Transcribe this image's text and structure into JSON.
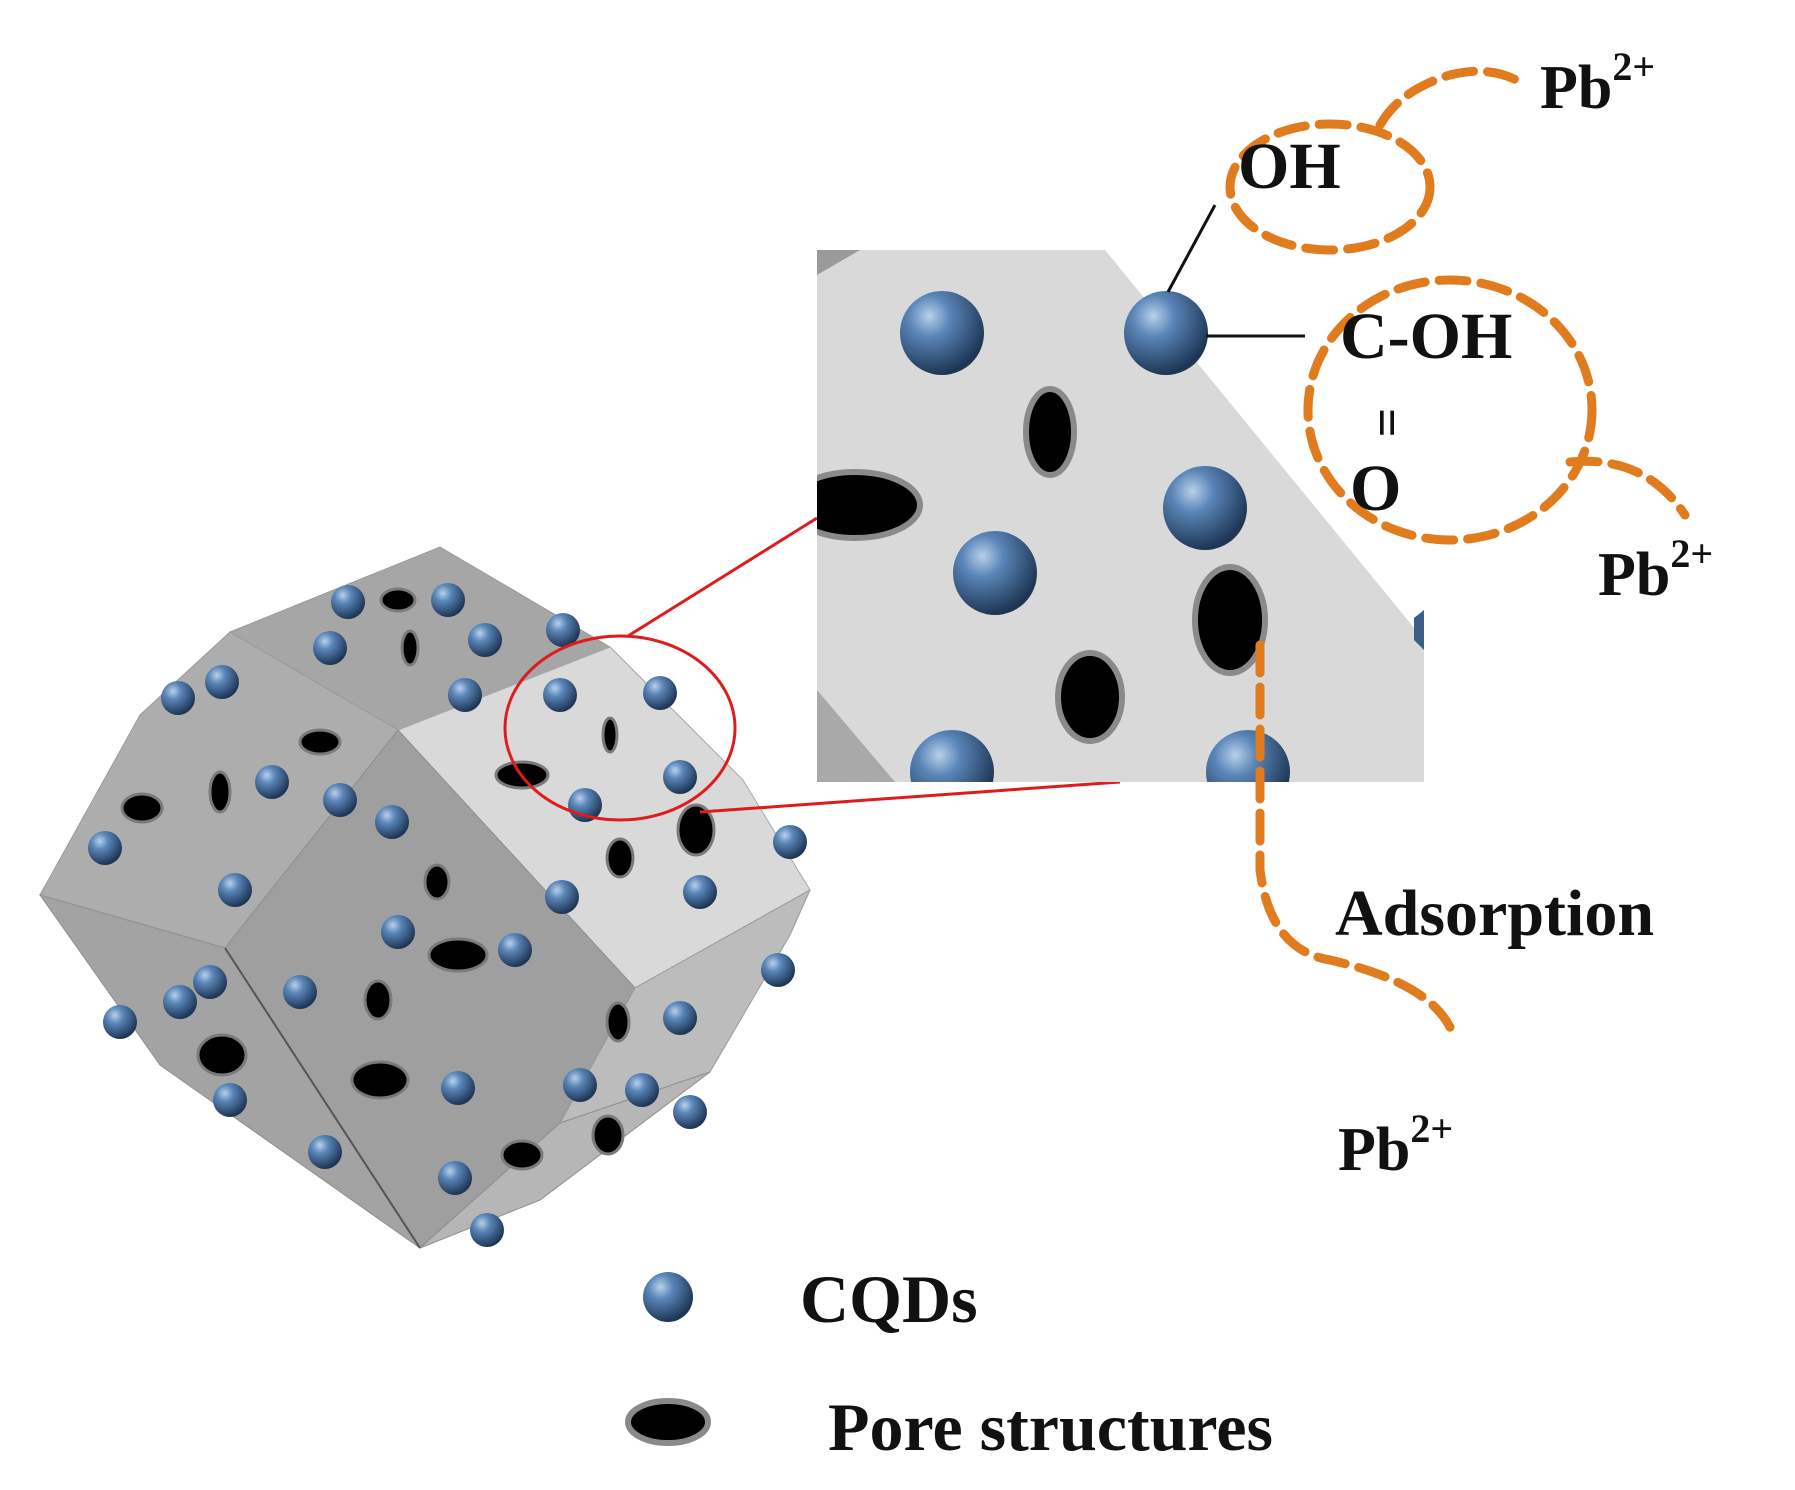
{
  "labels": {
    "oh": "OH",
    "c_oh": "C-OH",
    "double_bond": "=",
    "o": "O",
    "pb_base": "Pb",
    "pb_charge": "2+",
    "adsorption": "Adsorption"
  },
  "legend": {
    "cqds": "CQDs",
    "pores": "Pore structures"
  },
  "colors": {
    "cqd": "#3f6a9a",
    "pore": "#000000",
    "pore_rim": "#8a8a8a",
    "zoom_link": "#e01b1b",
    "adsorption_path": "#e07b1e",
    "face_light": "#d9d9d9",
    "face_mid": "#bdbdbd",
    "face_dark": "#999999"
  },
  "icons": {
    "cqd": "blue-sphere",
    "pore": "black-ellipse-pore"
  }
}
